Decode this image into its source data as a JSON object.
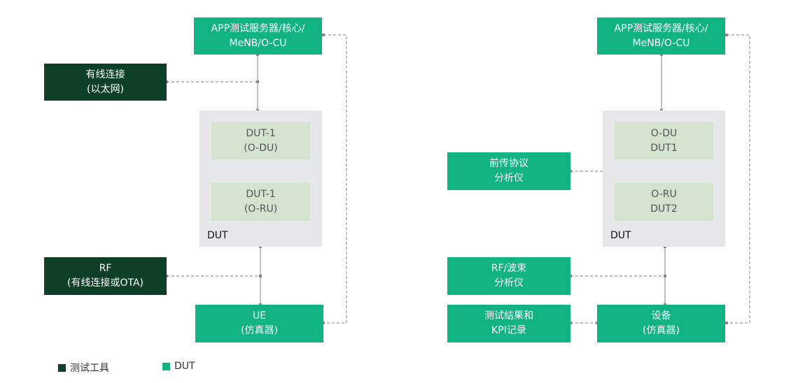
{
  "left": {
    "server": "APP测试服务器/核心/\nMeNB/O-CU",
    "wired_tool": "有线连接\n(以太网)",
    "dut1": "DUT-1\n(O-DU)",
    "dut2": "DUT-1\n(O-RU)",
    "dut_label": "DUT",
    "rf_tool": "RF\n(有线连接或OTA)",
    "ue": "UE\n(仿真器)"
  },
  "right": {
    "server": "APP测试服务器/核心/\nMeNB/O-CU",
    "fronthaul_tool": "前传协议\n分析仪",
    "dut1": "O-DU\nDUT1",
    "dut2": "O-RU\nDUT2",
    "dut_label": "DUT",
    "rf_tool": "RF/波束\n分析仪",
    "results": "测试结果和\nKPI记录",
    "device": "设备\n(仿真器)"
  },
  "legend": {
    "tool_label": "测试工具",
    "dut_label": "DUT"
  },
  "colors": {
    "dut": "#12b383",
    "tool": "#0d4026",
    "container": "#e6e7e8",
    "sub_block": "#d3e3cd",
    "line": "#9a9a9a"
  }
}
